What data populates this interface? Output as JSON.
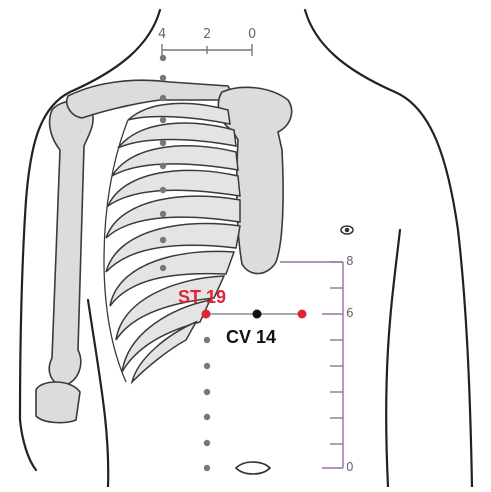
{
  "diagram": {
    "top_scale": {
      "labels": [
        "4",
        "2",
        "0"
      ]
    },
    "right_ruler": {
      "labels": [
        "8",
        "6",
        "0"
      ]
    },
    "points": [
      {
        "label": "ST 19",
        "color": "#e0243a"
      },
      {
        "label": "CV 14",
        "color": "#111111"
      }
    ],
    "colors": {
      "outline": "#222222",
      "bone_fill": "#dcdcdc",
      "bone_stroke": "#3a3a3a",
      "guide_dot": "#777777",
      "accent_red": "#e0243a",
      "ruler_purple": "#9a6fa6"
    }
  }
}
